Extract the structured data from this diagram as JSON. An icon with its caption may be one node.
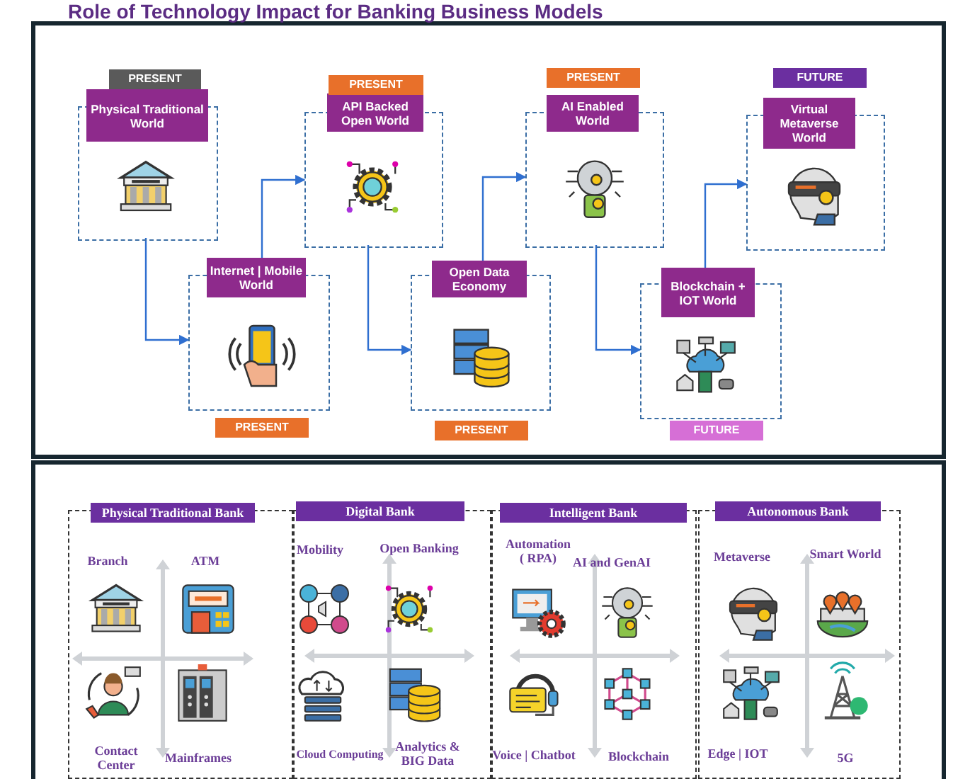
{
  "diagram": {
    "title": "Role of Technology Impact for Banking Business Models",
    "nodes": [
      {
        "text": [
          "Physical Traditional World"
        ],
        "beside": [
          "PRESENT"
        ]
      },
      {
        "text": [
          "Internet | Mobile World"
        ],
        "beside": [
          "PRESENT"
        ]
      },
      {
        "text": [
          "API Backed Open World"
        ],
        "beside": [
          "PRESENT"
        ]
      },
      {
        "text": [
          "Open Data Economy"
        ],
        "beside": [
          "PRESENT"
        ]
      },
      {
        "text": [
          "AI Enabled World"
        ],
        "beside": [
          "PRESENT"
        ]
      },
      {
        "text": [
          "Blockchain + IOT World"
        ],
        "beside": [
          "FUTURE"
        ]
      },
      {
        "text": [
          "Virtual Metaverse World"
        ],
        "beside": [
          "FUTURE"
        ]
      },
      {
        "text": [
          "Physical Traditional Bank"
        ]
      },
      {
        "text": [
          "Digital Bank"
        ]
      },
      {
        "text": [
          "Intelligent Bank"
        ]
      },
      {
        "text": [
          "Autonomous  Bank"
        ]
      }
    ],
    "edges": [
      {
        "from": 0,
        "to": 1,
        "arrow": "to"
      },
      {
        "from": 1,
        "to": 2,
        "arrow": "to"
      },
      {
        "from": 2,
        "to": 3,
        "arrow": "to"
      },
      {
        "from": 3,
        "to": 4,
        "arrow": "to"
      },
      {
        "from": 4,
        "to": 5,
        "arrow": "to"
      },
      {
        "from": 5,
        "to": 6,
        "arrow": "to"
      }
    ],
    "labels": [
      "Branch",
      "ATM",
      "Contact Center",
      "Mainframes",
      "Mobility",
      "Open Banking",
      "Cloud Computing",
      "Analytics & BIG Data",
      "Automation ( RPA)",
      "AI and GenAI",
      "Voice | Chatbot",
      "Blockchain",
      "Metaverse",
      "Smart World",
      "Edge | IOT",
      "5G"
    ]
  }
}
